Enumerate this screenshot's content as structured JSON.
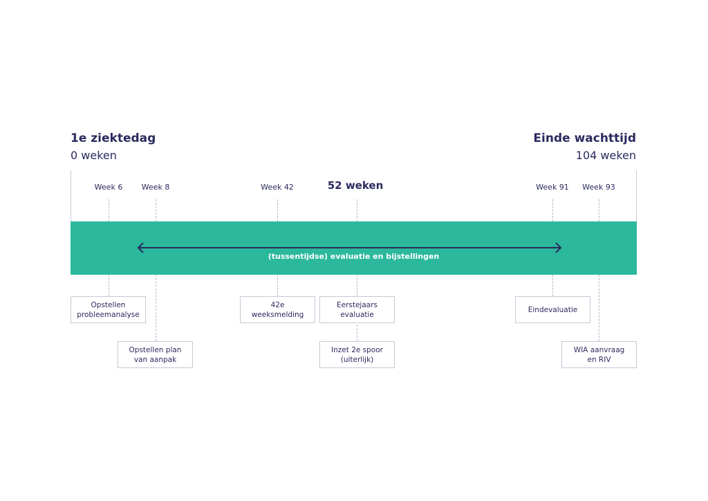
{
  "start": {
    "title": "1e ziektedag",
    "subtitle": "0 weken"
  },
  "end": {
    "title": "Einde wachttijd",
    "subtitle": "104 weken"
  },
  "markers": [
    {
      "label": "Week 6"
    },
    {
      "label": "Week 8"
    },
    {
      "label": "Week 42"
    },
    {
      "label": "52 weken"
    },
    {
      "label": "Week 91"
    },
    {
      "label": "Week 93"
    }
  ],
  "band": {
    "label": "(tussentijdse) evaluatie en bijstellingen",
    "color": "#2bb89d",
    "arrow_color": "#2b2a5e"
  },
  "boxes": {
    "probleemanalyse": [
      "Opstellen",
      "probleemanalyse"
    ],
    "plan_van_aanpak": [
      "Opstellen plan",
      "van aanpak"
    ],
    "weeksmelding": [
      "42e",
      "weeksmelding"
    ],
    "eerstejaars": [
      "Eerstejaars",
      "evaluatie"
    ],
    "tweede_spoor": [
      "Inzet 2e spoor",
      "(uiterlijk)"
    ],
    "eindevaluatie": [
      "Eindevaluatie"
    ],
    "wia": [
      "WIA aanvraag",
      "en RIV"
    ]
  },
  "colors": {
    "text": "#2b2a5e",
    "accent": "#2bb89d",
    "border": "#c7c7d6"
  }
}
